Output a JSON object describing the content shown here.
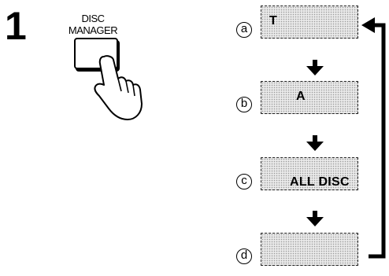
{
  "step": "1",
  "button": {
    "label_line1": "DISC",
    "label_line2": "MANAGER"
  },
  "markers": [
    "a",
    "b",
    "c",
    "d"
  ],
  "displays": [
    {
      "text": "T"
    },
    {
      "text": "A"
    },
    {
      "text": "ALL DISC"
    },
    {
      "text": ""
    }
  ]
}
